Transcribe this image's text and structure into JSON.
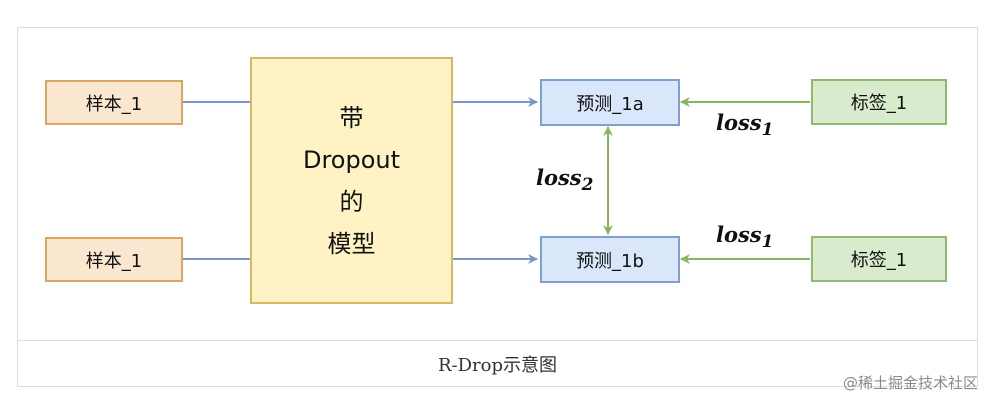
{
  "diagram": {
    "samples": [
      "样本_1",
      "样本_1"
    ],
    "model_lines": [
      "带",
      "Dropout",
      "的",
      "模型"
    ],
    "predictions": [
      "预测_1a",
      "预测_1b"
    ],
    "labels": [
      "标签_1",
      "标签_1"
    ],
    "loss_terms": [
      {
        "base": "loss",
        "sub": "1"
      },
      {
        "base": "loss",
        "sub": "1"
      },
      {
        "base": "loss",
        "sub": "2"
      }
    ],
    "colors": {
      "sample_fill": "#fbe6d0",
      "sample_border": "#dba660",
      "model_fill": "#fff3c6",
      "model_border": "#d7b963",
      "pred_fill": "#dae7fb",
      "pred_border": "#7e9fcf",
      "label_fill": "#d8eccd",
      "label_border": "#8fb870",
      "blue_arrow": "#7a96c4",
      "green_arrow": "#86b65e"
    }
  },
  "caption": "R-Drop示意图",
  "watermark": "@稀土掘金技术社区"
}
